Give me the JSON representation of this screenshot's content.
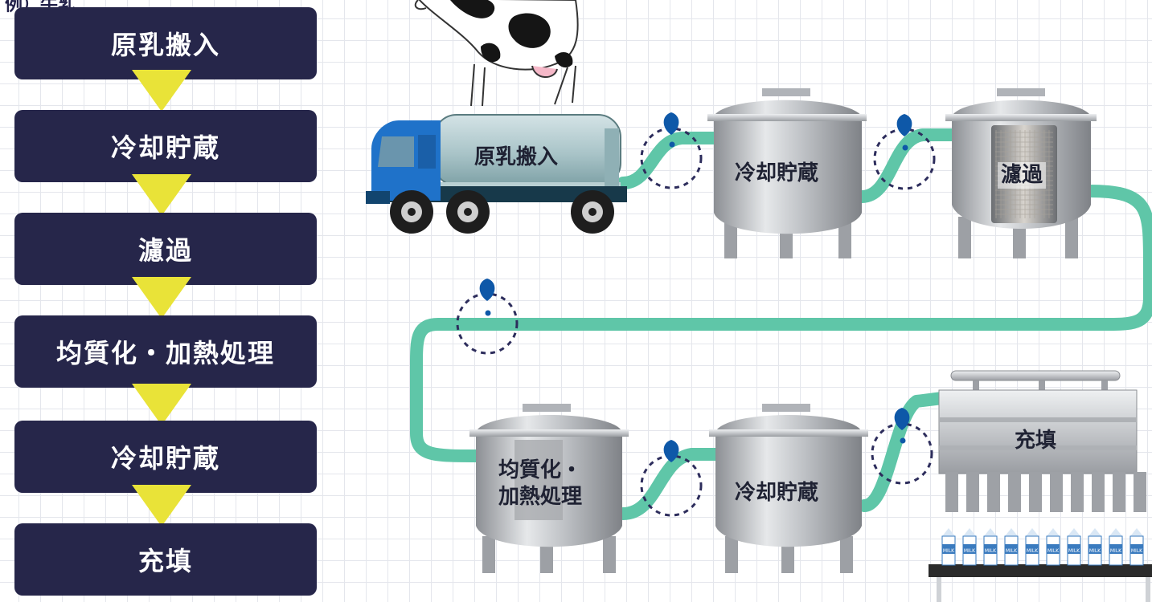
{
  "flow": {
    "header": "例）牛乳",
    "steps": [
      {
        "label": "原乳搬入"
      },
      {
        "label": "冷却貯蔵"
      },
      {
        "label": "濾過"
      },
      {
        "label": "均質化・加熱処理"
      },
      {
        "label": "冷却貯蔵"
      },
      {
        "label": "充填"
      }
    ]
  },
  "scene": {
    "truck_label": "原乳搬入",
    "tank1_label": "冷却貯蔵",
    "tank2_label": "濾過",
    "tank3_label_line1": "均質化・",
    "tank3_label_line2": "加熱処理",
    "tank4_label": "冷却貯蔵",
    "filler_label": "充填",
    "carton_text": "MILK"
  },
  "colors": {
    "step_bg": "#26264a",
    "arrow": "#e9e338",
    "pipe": "#5fc6a8",
    "marker": "#0e58a8",
    "ring": "#2d2d5c"
  }
}
